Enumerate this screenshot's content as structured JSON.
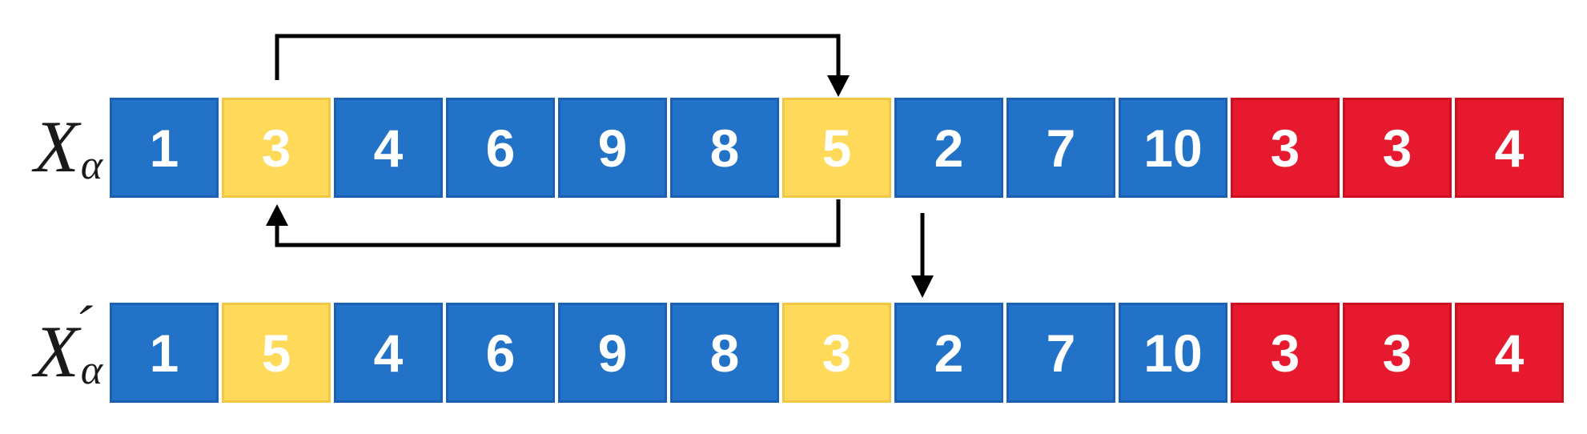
{
  "figure": {
    "colors": {
      "blue": "#2272C8",
      "yellow": "#FFD95A",
      "red": "#E6192E",
      "blue_border": "#1A60B5",
      "yellow_border": "#F0C844",
      "red_border": "#CC1022",
      "arrow": "#000000",
      "cell_text": "#FFFFFF"
    },
    "rows": [
      {
        "label_base": "X",
        "label_accent": "",
        "label_subscript": "α",
        "cells": [
          {
            "value": "1",
            "color": "blue"
          },
          {
            "value": "3",
            "color": "yellow"
          },
          {
            "value": "4",
            "color": "blue"
          },
          {
            "value": "6",
            "color": "blue"
          },
          {
            "value": "9",
            "color": "blue"
          },
          {
            "value": "8",
            "color": "blue"
          },
          {
            "value": "5",
            "color": "yellow"
          },
          {
            "value": "2",
            "color": "blue"
          },
          {
            "value": "7",
            "color": "blue"
          },
          {
            "value": "10",
            "color": "blue"
          },
          {
            "value": "3",
            "color": "red"
          },
          {
            "value": "3",
            "color": "red"
          },
          {
            "value": "4",
            "color": "red"
          }
        ]
      },
      {
        "label_base": "X",
        "label_accent": "´",
        "label_subscript": "α",
        "cells": [
          {
            "value": "1",
            "color": "blue"
          },
          {
            "value": "5",
            "color": "yellow"
          },
          {
            "value": "4",
            "color": "blue"
          },
          {
            "value": "6",
            "color": "blue"
          },
          {
            "value": "9",
            "color": "blue"
          },
          {
            "value": "8",
            "color": "blue"
          },
          {
            "value": "3",
            "color": "yellow"
          },
          {
            "value": "2",
            "color": "blue"
          },
          {
            "value": "7",
            "color": "blue"
          },
          {
            "value": "10",
            "color": "blue"
          },
          {
            "value": "3",
            "color": "red"
          },
          {
            "value": "3",
            "color": "red"
          },
          {
            "value": "4",
            "color": "red"
          }
        ]
      }
    ],
    "arrows": [
      {
        "name": "swap-forward-arrow",
        "description": "top row cell 2 (3) to top row cell 7 (5)"
      },
      {
        "name": "swap-return-arrow",
        "description": "top row cell 7 (5) back to top row cell 2 (3)"
      },
      {
        "name": "transform-arrow",
        "description": "top row down to bottom row at cell 8"
      }
    ]
  }
}
